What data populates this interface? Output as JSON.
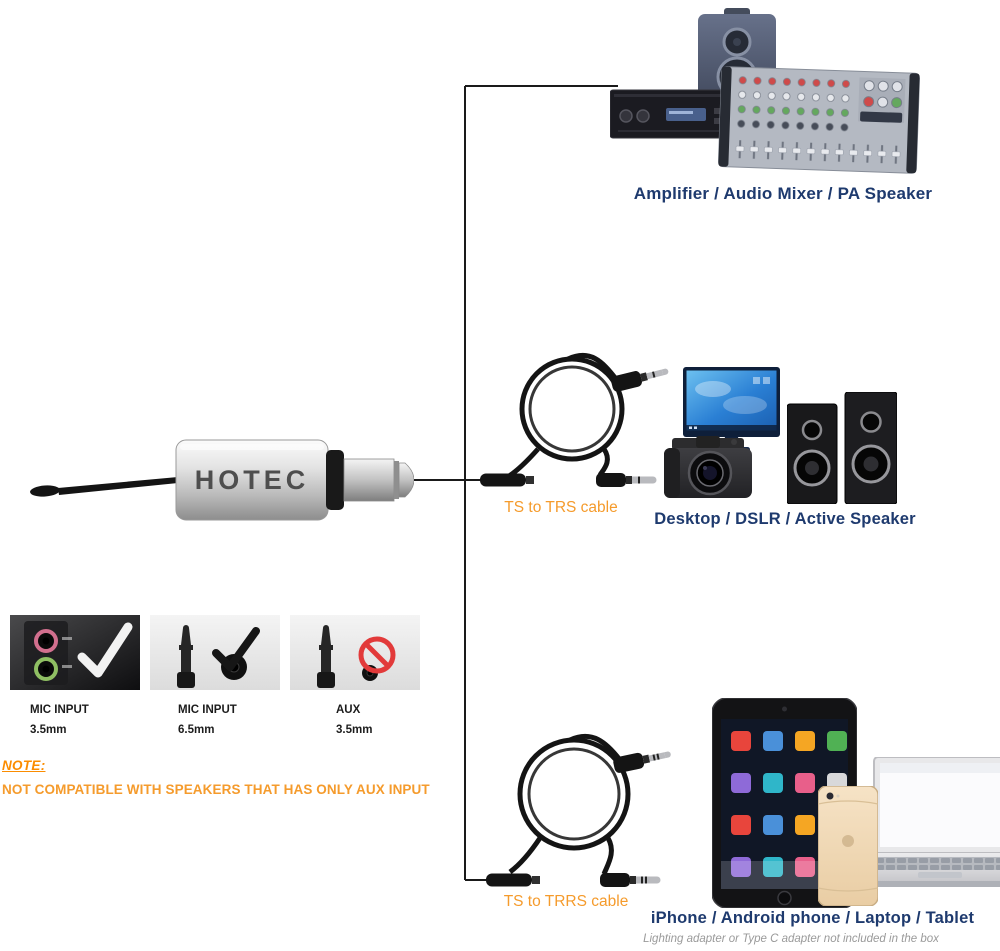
{
  "colors": {
    "label_navy": "#1e3a6e",
    "accent_orange": "#f59b2c",
    "note_orange": "#fb8c00",
    "footnote_gray": "#9a9a9a",
    "prohibited_red": "#e23a3a"
  },
  "device": {
    "brand": "HOTEC"
  },
  "groups": {
    "amplifier": {
      "label": "Amplifier / Audio Mixer / PA Speaker"
    },
    "desktop": {
      "cable": "TS to TRS cable",
      "label": "Desktop / DSLR / Active Speaker"
    },
    "mobile": {
      "cable": "TS to TRRS cable",
      "label": "iPhone / Android phone / Laptop / Tablet",
      "footnote": "Lighting adapter or Type C adapter not included in the box"
    }
  },
  "compatibility": {
    "items": [
      {
        "title": "MIC INPUT",
        "size": "3.5mm",
        "status": "compatible"
      },
      {
        "title": "MIC INPUT",
        "size": "6.5mm",
        "status": "compatible"
      },
      {
        "title": "AUX",
        "size": "3.5mm",
        "status": "not-compatible"
      }
    ],
    "note_title": "NOTE:",
    "note_text": "NOT COMPATIBLE WITH SPEAKERS THAT HAS ONLY AUX INPUT"
  }
}
